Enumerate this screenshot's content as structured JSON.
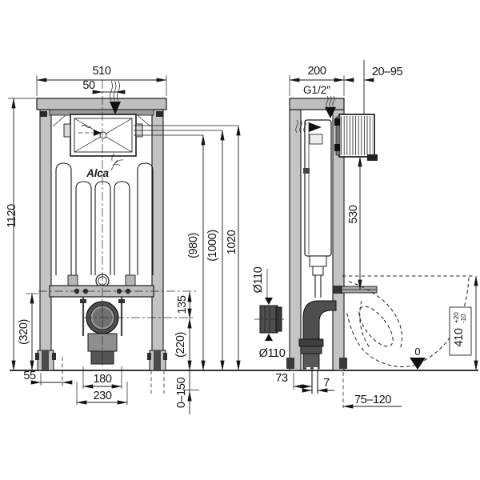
{
  "palette": {
    "line": "#1a1a1a",
    "rail_gray": "#c4c4c4",
    "mid_gray": "#8f8f8f",
    "dark_gray": "#4e4e4e",
    "black": "#111111",
    "background": "#ffffff"
  },
  "brand": {
    "logo": "Alca"
  },
  "front": {
    "width": "510",
    "inlet_offset": "50",
    "height": "1120",
    "lower_frame": "(320)",
    "foot_side": "55",
    "rod_spacing": "180",
    "bolt_spacing": "230",
    "leg_adjust": "0–150",
    "flush_drop": "135",
    "outlet_height": "(220)",
    "h980": "(980)",
    "h1000": "(1000)",
    "h1020": "1020"
  },
  "side": {
    "depth": "200",
    "wall_offset": "20–95",
    "water_connection": "G1/2″",
    "plate_height": "530",
    "sleeve_diameter": "Ø110",
    "outlet_diameter": "Ø110",
    "outlet_from_frame": "73",
    "outlet_shift": "7",
    "bowl_range": "75–120",
    "rim_height": "410",
    "rim_tol_plus": "+20",
    "rim_tol_minus": "-10",
    "floor_datum": "0"
  }
}
